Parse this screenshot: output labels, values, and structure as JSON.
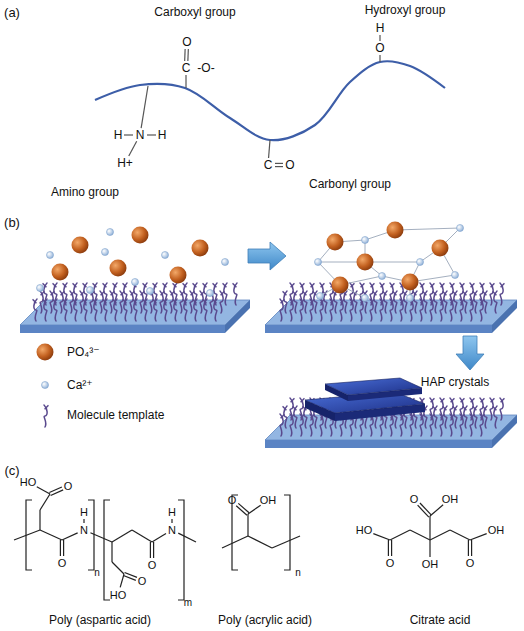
{
  "diagram": {
    "labels": [
      "(a)",
      "Carboxyl group",
      "Hydroxyl group",
      "H",
      "O",
      "O",
      "C",
      "-O-",
      "H",
      "N",
      "H",
      "H+",
      "C",
      "O",
      "Carbonyl group",
      "Amino group",
      "(b)",
      "HAP crystals",
      "(c)",
      "HO",
      "O",
      "H",
      "N",
      "O",
      "n",
      "H",
      "N",
      "O",
      "O",
      "HO",
      "m",
      "O",
      "OH",
      "n",
      "O",
      "OH",
      "HO",
      "OH",
      "O",
      "OH",
      "O",
      "Poly (aspartic acid)",
      "Poly (acrylic acid)",
      "Citrate acid"
    ],
    "legend": [
      {
        "text": "PO₄³⁻"
      },
      {
        "text": "Ca²⁺"
      },
      {
        "text": "Molecule template"
      }
    ]
  }
}
